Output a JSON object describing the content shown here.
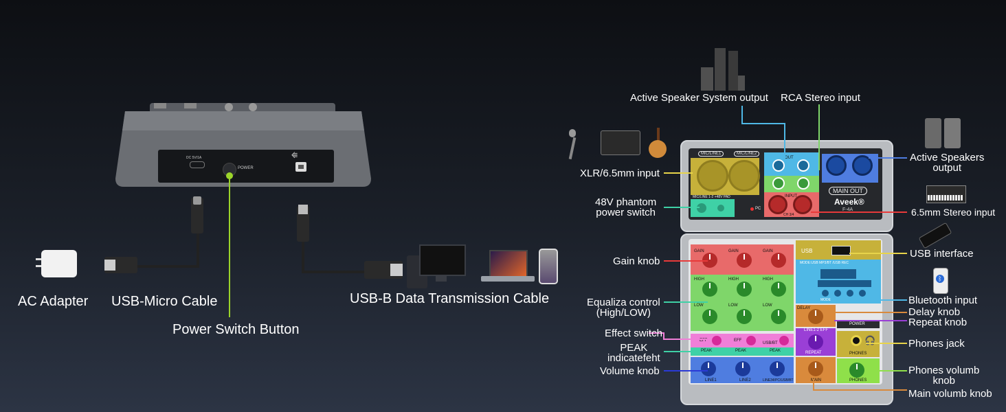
{
  "left": {
    "labels": {
      "ac_adapter": "AC Adapter",
      "usb_micro": "USB-Micro Cable",
      "power_switch": "Power Switch Button",
      "usb_b": "USB-B Data Transmission Cable"
    },
    "panel_text": {
      "dc": "DC 5V/1A",
      "power": "POWER"
    }
  },
  "mixer": {
    "brand": "Aveek®",
    "model": "F-4A",
    "main_out": "MAIN OUT",
    "mic_line_1": "MIC/LINE1",
    "mic_line_2": "MIC/LINE2",
    "phantom_text": "MIC/LINE 1-2 +48V PAD",
    "pc": "PC",
    "out": "OUT",
    "input": "INPUT",
    "ch": "CH 3/4",
    "usb_text": "USB",
    "mode_text": "MODE:USB MP3/BT /USB REC",
    "mode_btn": "MODE",
    "gain": "GAIN",
    "high": "HIGH",
    "low": "LOW",
    "eff": "EFF",
    "peak": "PEAK",
    "delay": "DELAY",
    "repeat": "REPEAT",
    "main": "MAIN",
    "power": "POWER",
    "phones": "PHONES",
    "line1": "LINE1",
    "line2": "LINE2",
    "line34": "LINE34/PC/USB/BT",
    "line_eff": "LINE1-2 EFF",
    "usb_bt": "USB/BT"
  },
  "callouts": {
    "active_speaker_system": "Active Speaker System output",
    "rca": "RCA Stereo input",
    "xlr": "XLR/6.5mm input",
    "phantom": "48V phantom\npower switch",
    "gain": "Gain knob",
    "eq": "Equaliza control\n(High/LOW)",
    "effect": "Effect switch",
    "peak": "PEAK\nindicatefeht",
    "volume": "Volume knob",
    "active_speakers": "Active Speakers\noutput",
    "stereo65": "6.5mm Stereo input",
    "usb_interface": "USB interface",
    "bluetooth": "Bluetooth input",
    "delay": "Delay knob",
    "repeat": "Repeat knob",
    "phones_jack": "Phones jack",
    "phones_vol": "Phones volumb\nknob",
    "main_vol": "Main volumb knob"
  },
  "colors": {
    "red": "#e86a6a",
    "green": "#7fd66a",
    "pink": "#f07fd8",
    "teal": "#3fd1a6",
    "blue": "#4f7de0",
    "yellow": "#c7b13a",
    "cyan": "#4fb8e6",
    "orange": "#d98a3c",
    "purple": "#9a3fd6",
    "lime": "#8fe04a"
  }
}
